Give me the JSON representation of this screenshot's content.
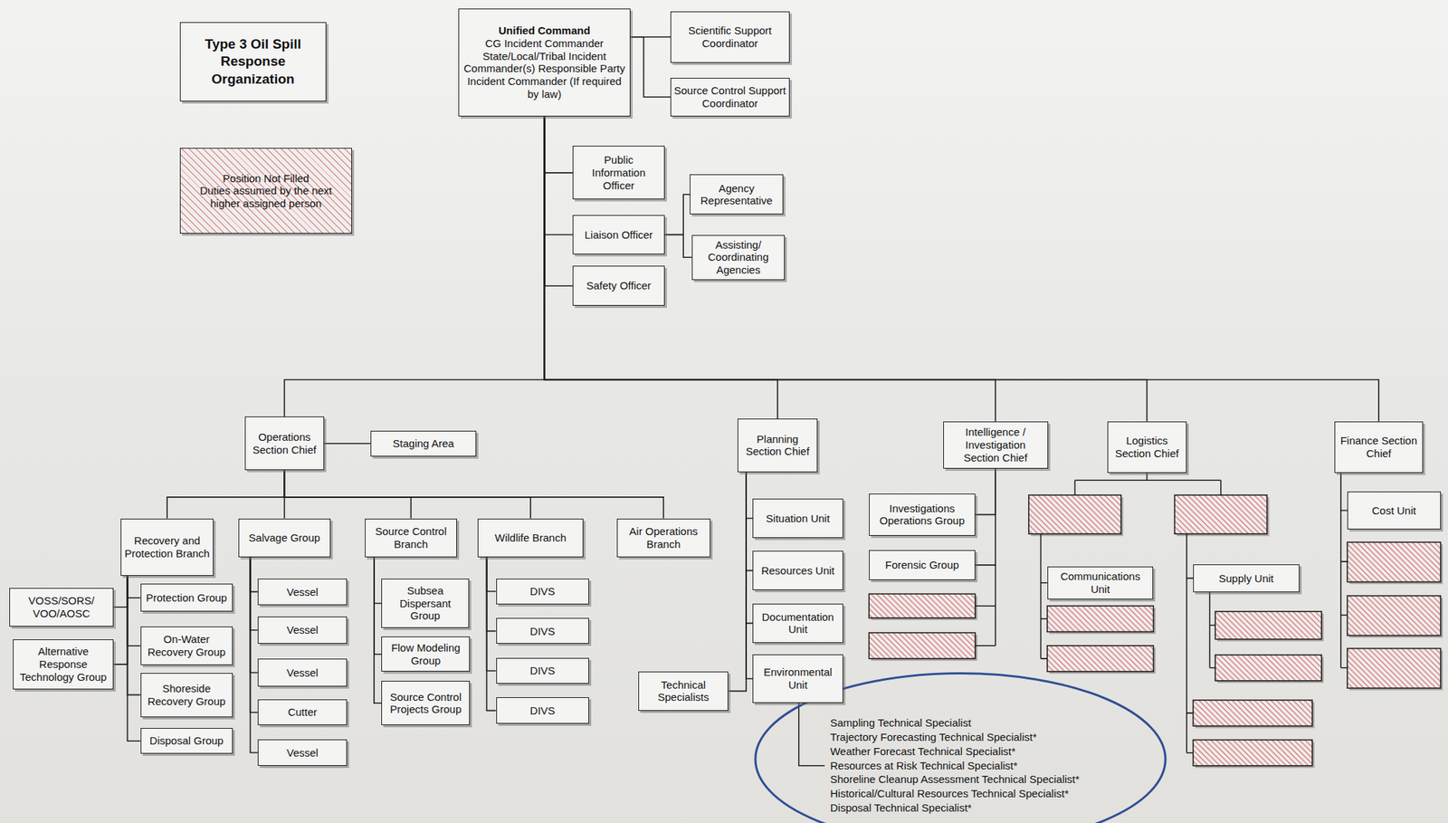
{
  "diagram": {
    "title": "Type 3 Oil Spill Response Organization",
    "nodes": [
      {
        "text": [
          "Position Not Filled",
          "Duties assumed by the next higher assigned person"
        ]
      },
      {
        "text": [
          "Unified Command",
          "CG Incident Commander State/Local/Tribal Incident Commander(s) Responsible Party Incident Commander (If required by law)"
        ]
      },
      {
        "text": [
          "Scientific Support Coordinator"
        ]
      },
      {
        "text": [
          "Source Control Support Coordinator"
        ]
      },
      {
        "text": [
          "Public Information Officer"
        ]
      },
      {
        "text": [
          "Agency Representative"
        ]
      },
      {
        "text": [
          "Liaison Officer"
        ]
      },
      {
        "text": [
          "Assisting/ Coordinating Agencies"
        ]
      },
      {
        "text": [
          "Safety Officer"
        ]
      },
      {
        "text": [
          "Operations Section Chief"
        ]
      },
      {
        "text": [
          "Staging Area"
        ]
      },
      {
        "text": [
          "Planning Section Chief"
        ]
      },
      {
        "text": [
          "Intelligence / Investigation Section Chief"
        ]
      },
      {
        "text": [
          "Logistics Section Chief"
        ]
      },
      {
        "text": [
          "Finance Section Chief"
        ]
      },
      {
        "text": [
          "Recovery and Protection Branch"
        ]
      },
      {
        "text": [
          "Salvage Group"
        ]
      },
      {
        "text": [
          "Source Control Branch"
        ]
      },
      {
        "text": [
          "Wildlife Branch"
        ]
      },
      {
        "text": [
          "Air Operations Branch"
        ]
      },
      {
        "text": [
          "VOSS/SORS/ VOO/AOSC"
        ]
      },
      {
        "text": [
          "Alternative Response Technology Group"
        ]
      },
      {
        "text": [
          "Protection Group"
        ]
      },
      {
        "text": [
          "On-Water Recovery Group"
        ]
      },
      {
        "text": [
          "Shoreside Recovery Group"
        ]
      },
      {
        "text": [
          "Disposal Group"
        ]
      },
      {
        "text": [
          "Vessel"
        ]
      },
      {
        "text": [
          "Vessel"
        ]
      },
      {
        "text": [
          "Vessel"
        ]
      },
      {
        "text": [
          "Cutter"
        ]
      },
      {
        "text": [
          "Vessel"
        ]
      },
      {
        "text": [
          "Subsea Dispersant Group"
        ]
      },
      {
        "text": [
          "Flow Modeling Group"
        ]
      },
      {
        "text": [
          "Source Control Projects Group"
        ]
      },
      {
        "text": [
          "DIVS"
        ]
      },
      {
        "text": [
          "DIVS"
        ]
      },
      {
        "text": [
          "DIVS"
        ]
      },
      {
        "text": [
          "DIVS"
        ]
      },
      {
        "text": [
          "Situation Unit"
        ]
      },
      {
        "text": [
          "Resources Unit"
        ]
      },
      {
        "text": [
          "Documentation Unit"
        ]
      },
      {
        "text": [
          "Environmental Unit"
        ]
      },
      {
        "text": [
          "Technical Specialists"
        ]
      },
      {
        "text": [
          "Investigations Operations Group"
        ]
      },
      {
        "text": [
          "Forensic Group"
        ]
      },
      {
        "text": [
          "Communications Unit"
        ]
      },
      {
        "text": [
          "Supply Unit"
        ]
      },
      {
        "text": [
          "Cost Unit"
        ]
      }
    ],
    "edges": [
      {
        "from": 1,
        "to": 2,
        "arrow": "none"
      },
      {
        "from": 1,
        "to": 3,
        "arrow": "none"
      },
      {
        "from": 1,
        "to": 4,
        "arrow": "none"
      },
      {
        "from": 1,
        "to": 6,
        "arrow": "none"
      },
      {
        "from": 1,
        "to": 8,
        "arrow": "none"
      },
      {
        "from": 6,
        "to": 5,
        "arrow": "none"
      },
      {
        "from": 6,
        "to": 7,
        "arrow": "none"
      },
      {
        "from": 1,
        "to": 9,
        "arrow": "none"
      },
      {
        "from": 1,
        "to": 11,
        "arrow": "none"
      },
      {
        "from": 1,
        "to": 12,
        "arrow": "none"
      },
      {
        "from": 1,
        "to": 13,
        "arrow": "none"
      },
      {
        "from": 1,
        "to": 14,
        "arrow": "none"
      },
      {
        "from": 9,
        "to": 10,
        "arrow": "none"
      },
      {
        "from": 9,
        "to": 15,
        "arrow": "none"
      },
      {
        "from": 9,
        "to": 16,
        "arrow": "none"
      },
      {
        "from": 9,
        "to": 17,
        "arrow": "none"
      },
      {
        "from": 9,
        "to": 18,
        "arrow": "none"
      },
      {
        "from": 9,
        "to": 19,
        "arrow": "none"
      },
      {
        "from": 15,
        "to": 20,
        "arrow": "none"
      },
      {
        "from": 15,
        "to": 21,
        "arrow": "none"
      },
      {
        "from": 15,
        "to": 22,
        "arrow": "none"
      },
      {
        "from": 15,
        "to": 23,
        "arrow": "none"
      },
      {
        "from": 15,
        "to": 24,
        "arrow": "none"
      },
      {
        "from": 15,
        "to": 25,
        "arrow": "none"
      },
      {
        "from": 16,
        "to": 26,
        "arrow": "none"
      },
      {
        "from": 16,
        "to": 27,
        "arrow": "none"
      },
      {
        "from": 16,
        "to": 28,
        "arrow": "none"
      },
      {
        "from": 16,
        "to": 29,
        "arrow": "none"
      },
      {
        "from": 16,
        "to": 30,
        "arrow": "none"
      },
      {
        "from": 17,
        "to": 31,
        "arrow": "none"
      },
      {
        "from": 17,
        "to": 32,
        "arrow": "none"
      },
      {
        "from": 17,
        "to": 33,
        "arrow": "none"
      },
      {
        "from": 18,
        "to": 34,
        "arrow": "none"
      },
      {
        "from": 18,
        "to": 35,
        "arrow": "none"
      },
      {
        "from": 18,
        "to": 36,
        "arrow": "none"
      },
      {
        "from": 18,
        "to": 37,
        "arrow": "none"
      },
      {
        "from": 11,
        "to": 38,
        "arrow": "none"
      },
      {
        "from": 11,
        "to": 39,
        "arrow": "none"
      },
      {
        "from": 11,
        "to": 40,
        "arrow": "none"
      },
      {
        "from": 11,
        "to": 41,
        "arrow": "none"
      },
      {
        "from": 11,
        "to": 42,
        "arrow": "none"
      },
      {
        "from": 12,
        "to": 43,
        "arrow": "none"
      },
      {
        "from": 12,
        "to": 44,
        "arrow": "none"
      },
      {
        "from": 14,
        "to": 47,
        "arrow": "none"
      }
    ],
    "labels": [
      "Sampling Technical Specialist",
      "Trajectory Forecasting Technical Specialist*",
      "Weather Forecast Technical Specialist*",
      "Resources at Risk Technical Specialist*",
      "Shoreline Cleanup Assessment Technical Specialist*",
      "Historical/Cultural Resources Technical Specialist*",
      "Disposal Technical Specialist*"
    ]
  }
}
